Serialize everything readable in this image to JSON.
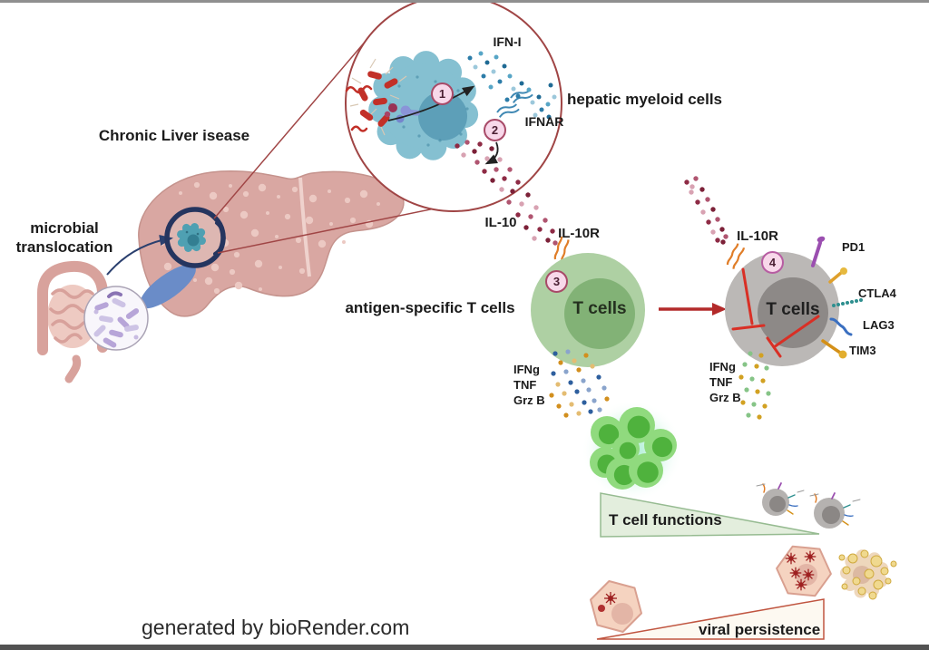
{
  "figure_credit": "generated by bioRender.com",
  "labels": {
    "chronic_liver_disease": "Chronic Liver isease",
    "microbial_translocation": [
      "microbial",
      "translocation"
    ],
    "hepatic_myeloid_cells": "hepatic myeloid cells",
    "antigen_specific_t_cells": "antigen-specific T cells",
    "ifn_i": "IFN-I",
    "ifnar": "IFNAR",
    "il10": "IL-10",
    "il10r": "IL-10R",
    "t_cells": "T cells",
    "pd1": "PD1",
    "ctla4": "CTLA4",
    "lag3": "LAG3",
    "tim3": "TIM3",
    "cytokines": [
      "IFNg",
      "TNF",
      "Grz B"
    ],
    "t_cell_functions": "T cell functions",
    "viral_persistence": "viral persistence"
  },
  "step_badges": [
    "1",
    "2",
    "3",
    "4"
  ],
  "colors": {
    "zoom_circle_stroke": "#a04545",
    "myeloid_cell": "#85c0d1",
    "active_t_cell": "#aed0a3",
    "exhausted_t_cell": "#bbb8b6",
    "il10_dots": "#8e2b45",
    "ifn_dots": "#2c7ca8",
    "inhibition_red": "#d92f25",
    "functions_triangle_fill": "#e3eedd",
    "persistence_triangle_stroke": "#c05540"
  }
}
